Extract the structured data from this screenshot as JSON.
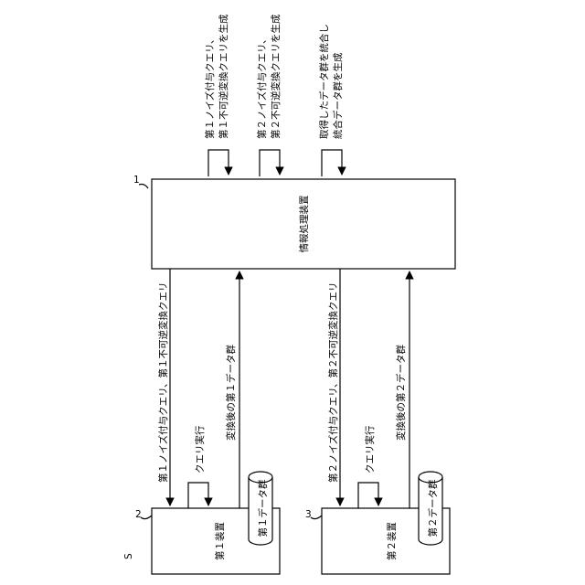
{
  "figure_label": "S",
  "devices": {
    "info": {
      "name": "情報処理装置",
      "ref": "1"
    },
    "dev1": {
      "name": "第１装置",
      "ref": "2",
      "db": "第１データ群"
    },
    "dev2": {
      "name": "第２装置",
      "ref": "3",
      "db": "第２データ群"
    }
  },
  "top_steps": {
    "step1": [
      "第１ノイズ付与クエリ、",
      "第１不可逆変換クエリを生成"
    ],
    "step2": [
      "第２ノイズ付与クエリ、",
      "第２不可逆変換クエリを生成"
    ],
    "step3": [
      "取得したデータ群を統合し",
      "統合データ群を生成"
    ]
  },
  "flows": {
    "query1": "第１ノイズ付与クエリ、第１不可逆変換クエリ",
    "result1": "変換後の第１データ群",
    "exec1": "クエリ実行",
    "query2": "第２ノイズ付与クエリ、第２不可逆変換クエリ",
    "result2": "変換後の第２データ群",
    "exec2": "クエリ実行"
  }
}
